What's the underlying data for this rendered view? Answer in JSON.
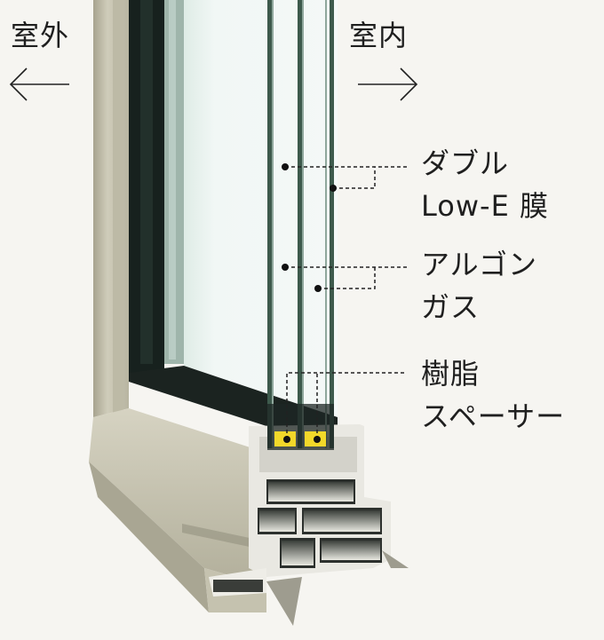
{
  "diagram": {
    "title": "Window cross-section: triple glazing with resin frame",
    "direction": {
      "outdoor_label": "室外",
      "indoor_label": "室内",
      "outdoor_arrow": "arrow-left",
      "indoor_arrow": "arrow-right"
    },
    "callouts": [
      {
        "line1": "ダブル",
        "line2": "Low-E 膜",
        "points_to": "glass pane surfaces (2)"
      },
      {
        "line1": "アルゴン",
        "line2": "ガス",
        "points_to": "gap between glass panes (2)"
      },
      {
        "line1": "樹脂",
        "line2": "スペーサー",
        "points_to": "yellow spacers (2)"
      }
    ],
    "colors": {
      "background": "#f6f5f1",
      "frame": "#c9c6b3",
      "frame_shadow": "#8f8c7a",
      "glass": "#eef4f2",
      "glass_edge": "#3d5a4c",
      "spacer": "#f2d82a",
      "inner_seal": "#1d2522",
      "leader_line": "#222222"
    }
  }
}
